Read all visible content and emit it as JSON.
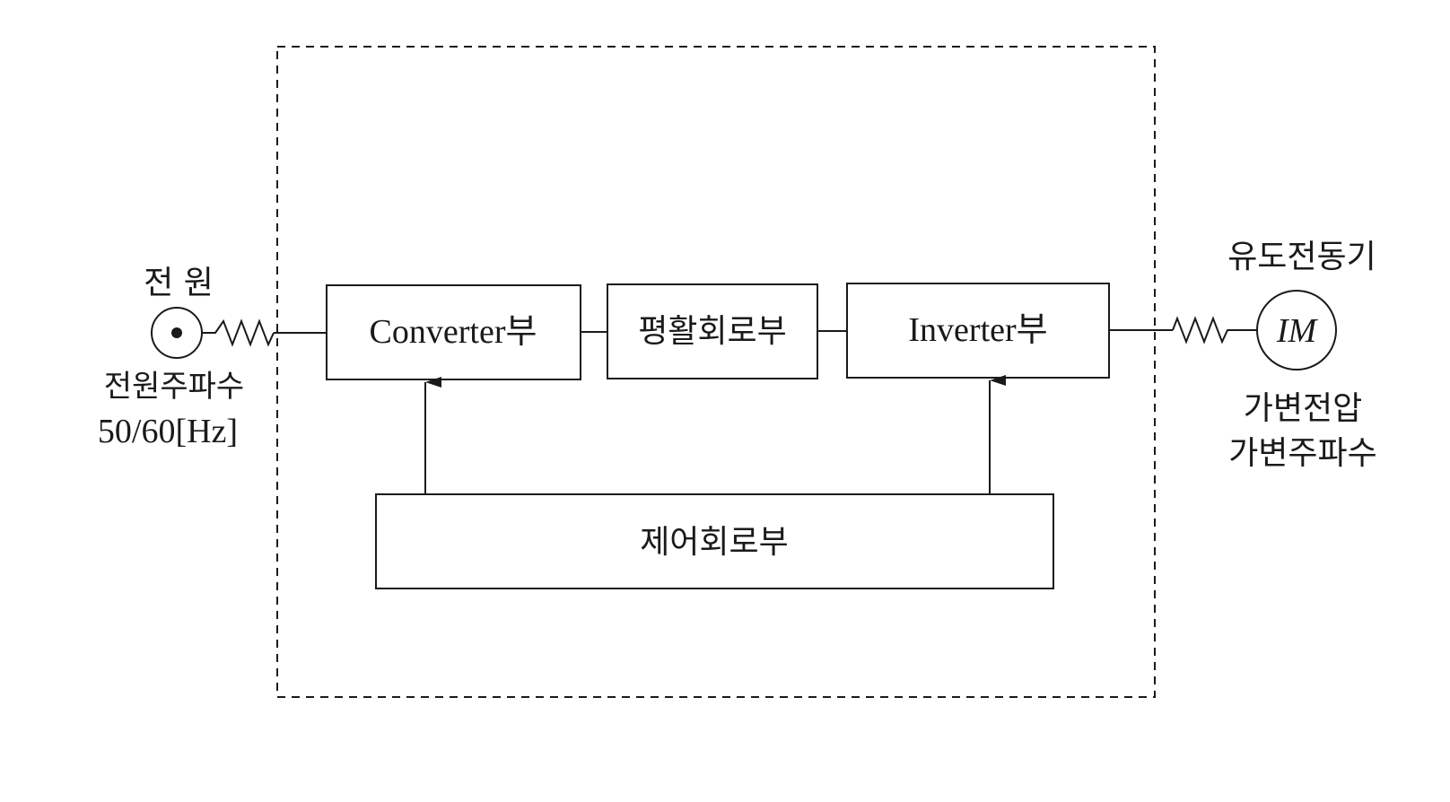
{
  "blocks": {
    "converter": "Converter부",
    "smoothing": "평활회로부",
    "inverter": "Inverter부",
    "control": "제어회로부"
  },
  "source": {
    "title": "전 원",
    "freq_label": "전원주파수",
    "freq_value": "50/60[Hz]"
  },
  "motor": {
    "title": "유도전동기",
    "symbol": "IM",
    "output_line1": "가변전압",
    "output_line2": "가변주파수"
  },
  "colors": {
    "line": "#1a1a1a",
    "background": "#ffffff"
  }
}
